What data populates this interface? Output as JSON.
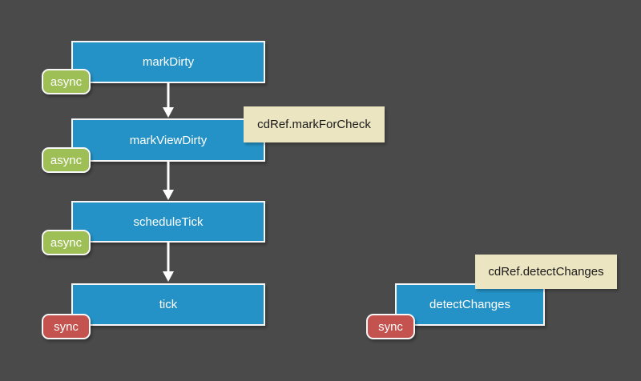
{
  "colors": {
    "background": "#4a4a4a",
    "node_fill": "#2592c7",
    "async_fill": "#9ebe56",
    "sync_fill": "#c4534f",
    "annotation_fill": "#ece5c1",
    "annotation_text": "#1a1a1a",
    "node_border": "#f7f7f7",
    "arrow": "#ffffff"
  },
  "nodes": [
    {
      "id": "markDirty",
      "label": "markDirty"
    },
    {
      "id": "markViewDirty",
      "label": "markViewDirty"
    },
    {
      "id": "scheduleTick",
      "label": "scheduleTick"
    },
    {
      "id": "tick",
      "label": "tick"
    },
    {
      "id": "detectChanges",
      "label": "detectChanges"
    }
  ],
  "badges": [
    {
      "type": "async",
      "label": "async",
      "attached_to": "markDirty"
    },
    {
      "type": "async",
      "label": "async",
      "attached_to": "markViewDirty"
    },
    {
      "type": "async",
      "label": "async",
      "attached_to": "scheduleTick"
    },
    {
      "type": "sync",
      "label": "sync",
      "attached_to": "tick"
    },
    {
      "type": "sync",
      "label": "sync",
      "attached_to": "detectChanges"
    }
  ],
  "annotations": [
    {
      "label": "cdRef.markForCheck",
      "attached_to": "markViewDirty"
    },
    {
      "label": "cdRef.detectChanges",
      "attached_to": "detectChanges"
    }
  ],
  "edges": [
    {
      "from": "markDirty",
      "to": "markViewDirty"
    },
    {
      "from": "markViewDirty",
      "to": "scheduleTick"
    },
    {
      "from": "scheduleTick",
      "to": "tick"
    }
  ]
}
